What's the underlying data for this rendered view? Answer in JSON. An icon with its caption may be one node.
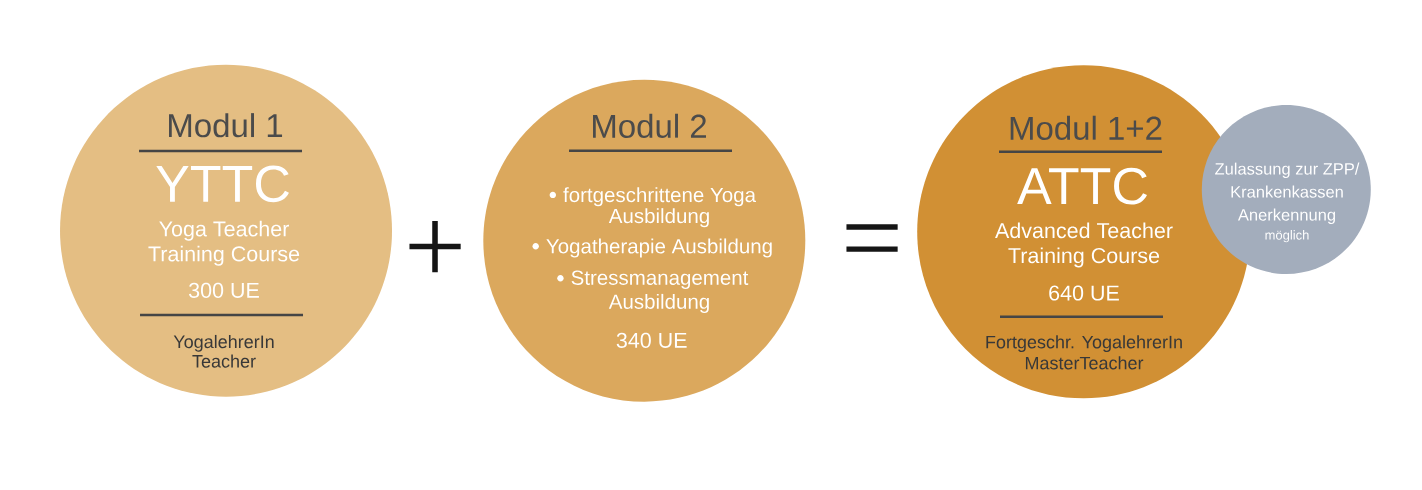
{
  "diagram": {
    "nodes": [
      {
        "text": [
          "Modul 1",
          "YTTC",
          "Yoga Teacher Training Course",
          "300 UE",
          "YogalehrerIn Teacher"
        ]
      },
      {
        "text": [
          "Modul 2",
          "fortgeschrittene Yoga Ausbildung",
          "Yogatherapie Ausbildung",
          "Stressmanagement Ausbildung",
          "340 UE"
        ]
      },
      {
        "text": [
          "Modul 1+2",
          "ATTC",
          "Advanced Teacher Training Course",
          "640 UE",
          "Fortgeschr. YogalehrerIn MasterTeacher"
        ]
      },
      {
        "text": [
          "Zulassung zur ZPP/ Krankenkassen Anerkennung",
          "möglich"
        ]
      }
    ],
    "labels": [
      "+",
      "="
    ]
  }
}
